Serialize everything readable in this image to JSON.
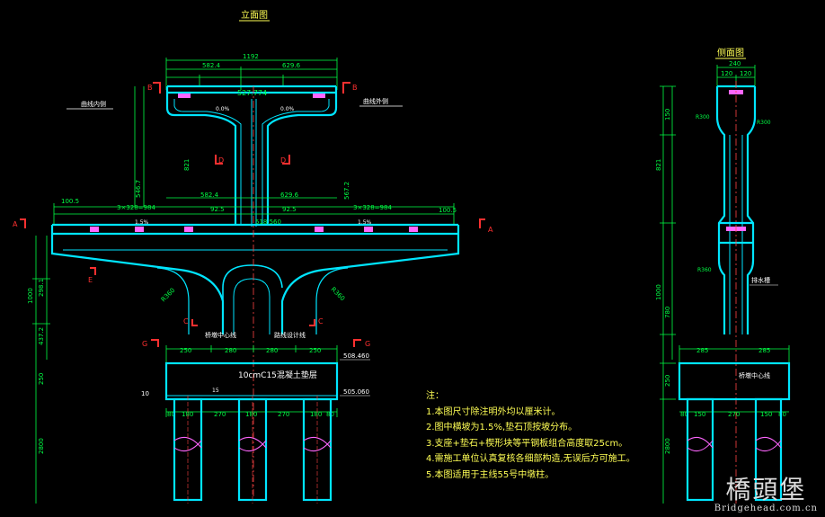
{
  "colors": {
    "structure": "#00e5ff",
    "dimension": "#00ff44",
    "text_label": "#ffff55",
    "section_mark": "#ff3030",
    "hatch": "#ff66ff",
    "axis": "#ff4444"
  },
  "elevation_view": {
    "title": "立面图",
    "label_left": "曲线内侧",
    "label_right": "曲线外侧",
    "top_total_width": "1192",
    "top_half_left": "582.4",
    "top_half_right": "629.6",
    "top_elev": "527.774",
    "mid_elev": "518.560",
    "slope_top": "0.0%",
    "slope_left": "1.5%",
    "slope_right": "1.5%",
    "spans_left": "3×328=984",
    "spans_right": "3×328=984",
    "edge_left": "100.5",
    "edge_right": "100.5",
    "dim_582": "582.4",
    "dim_629": "629.6",
    "dim_925a": "92.5",
    "dim_925b": "92.5",
    "height_821": "821",
    "height_5467": "546.7",
    "height_5672": "567.2",
    "height_1000": "1000",
    "height_2981": "298.1",
    "height_4372": "437.2",
    "height_250": "250",
    "height_2800": "2800",
    "radius_left": "R360",
    "radius_right": "R360",
    "bearing_center": "桥墩中心线",
    "design_line": "路线设计线",
    "cushion_label": "10cmC15混凝土垫层",
    "cap_top_elev": "508.460",
    "cap_bottom_elev": "505.060",
    "cap_dims": [
      "250",
      "280",
      "280",
      "250"
    ],
    "pile_dims": [
      "80",
      "180",
      "270",
      "180",
      "270",
      "180",
      "80"
    ],
    "dim_10": "10",
    "dim_15": "15",
    "section_marks": [
      "B",
      "B",
      "D",
      "D",
      "A",
      "A",
      "C",
      "C",
      "G",
      "G",
      "E"
    ]
  },
  "side_view": {
    "title": "侧面图",
    "top_width": "240",
    "sub_dims": [
      "120",
      "120"
    ],
    "radius_a": "R300",
    "radius_b": "R300",
    "radius_c": "R360",
    "drain_label": "排水槽",
    "center_label": "桥墩中心线",
    "cap_dims": [
      "285",
      "285"
    ],
    "pile_dims": [
      "80",
      "150",
      "270",
      "150",
      "80"
    ],
    "heights": [
      "150",
      "821",
      "1000",
      "780",
      "250",
      "2800"
    ]
  },
  "notes": {
    "heading": "注：",
    "items": [
      "1.本图尺寸除注明外均以厘米计。",
      "2.图中横坡为1.5%,垫石顶按坡分布。",
      "3.支座+垫石+楔形块等平钢板组合高度取25cm。",
      "4.需施工单位认真复核各细部构造,无误后方可施工。",
      "5.本图适用于主线55号中墩柱。"
    ]
  },
  "watermark": {
    "logo": "橋頭堡",
    "url": "Bridgehead.com.cn"
  }
}
